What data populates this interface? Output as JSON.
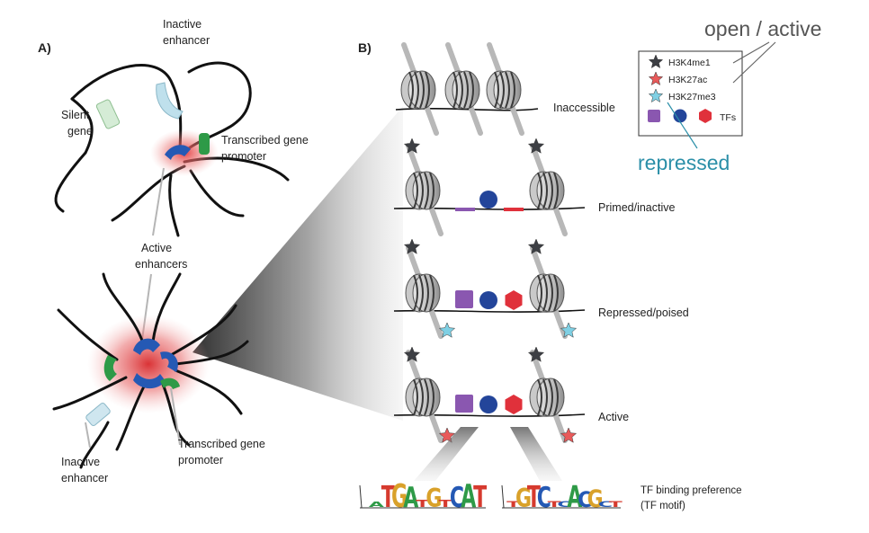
{
  "panels": {
    "a": "A)",
    "b": "B)"
  },
  "panel_a": {
    "silent_gene": [
      "Silent",
      "gene"
    ],
    "inactive_enhancer_top": [
      "Inactive",
      "enhancer"
    ],
    "transcribed_top": [
      "Transcribed gene",
      "promoter"
    ],
    "active_enhancers": [
      "Active",
      "enhancers"
    ],
    "inactive_enhancer_bottom": [
      "Inactive",
      "enhancer"
    ],
    "transcribed_bottom": [
      "Transcribed gene",
      "promoter"
    ]
  },
  "states": [
    "Inaccessible",
    "Primed/inactive",
    "Repressed/poised",
    "Active"
  ],
  "legend": {
    "items": [
      "H3K4me1",
      "H3K27ac",
      "H3K27me3"
    ],
    "tfs": "TFs",
    "colors": {
      "h3k4me1": "#3d3f44",
      "h3k27ac": "#e85a5a",
      "h3k27me3": "#7fd0e4",
      "tf_purple": "#8a57b0",
      "tf_blue": "#23459a",
      "tf_red": "#e0313b"
    }
  },
  "annotations": {
    "open_active": "open / active",
    "repressed": "repressed"
  },
  "motif": {
    "left": "ATGATGTCAT",
    "right": "TGTCTCACGCT",
    "label": [
      "TF binding preference",
      "(TF motif)"
    ]
  }
}
